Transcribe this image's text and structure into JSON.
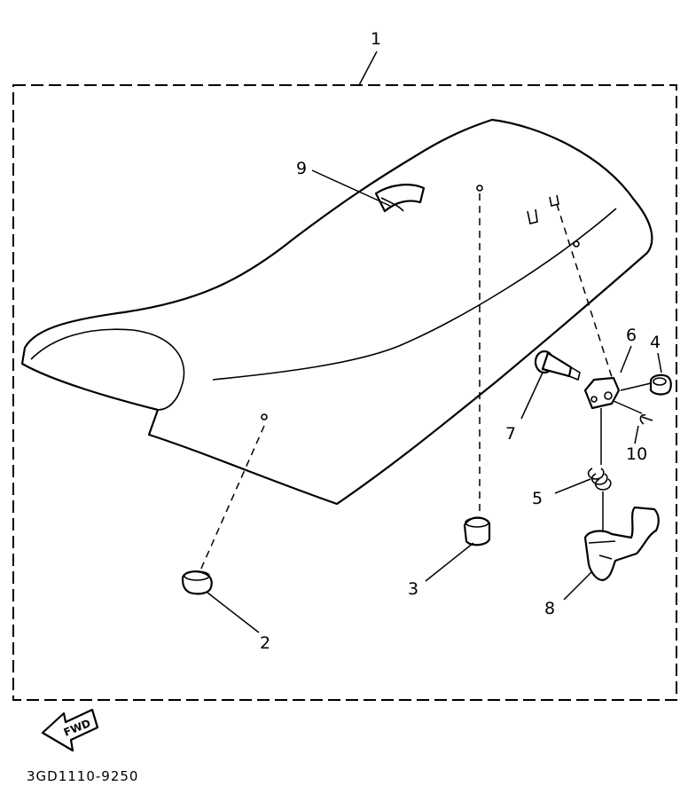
{
  "assembly_callout": "1",
  "part_callouts": [
    "2",
    "3",
    "4",
    "5",
    "6",
    "7",
    "8",
    "9",
    "10"
  ],
  "fwd_label": "FWD",
  "drawing_code": "3GD1110-9250"
}
